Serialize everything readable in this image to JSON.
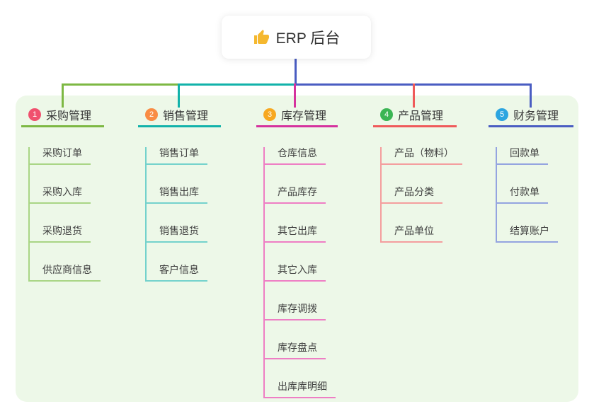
{
  "root": {
    "label": "ERP 后台",
    "icon": "thumbs-up-icon"
  },
  "colors": {
    "trunk_line": "#4a5dc2",
    "panel_background": "#edf8e8",
    "card_background": "#ffffff",
    "title_text": "#383838",
    "child_text": "#3f3f3f"
  },
  "branches": [
    {
      "badge": "1",
      "label": "采购管理",
      "color": "#7db843",
      "light_color": "#a9d585",
      "badge_color": "#f0506e",
      "children": [
        "采购订单",
        "采购入库",
        "采购退货",
        "供应商信息"
      ]
    },
    {
      "badge": "2",
      "label": "销售管理",
      "color": "#12b2aa",
      "light_color": "#74d2cc",
      "badge_color": "#f98c44",
      "children": [
        "销售订单",
        "销售出库",
        "销售退货",
        "客户信息"
      ]
    },
    {
      "badge": "3",
      "label": "库存管理",
      "color": "#d5329e",
      "light_color": "#ee7ec4",
      "badge_color": "#f7a820",
      "children": [
        "仓库信息",
        "产品库存",
        "其它出库",
        "其它入库",
        "库存调拨",
        "库存盘点",
        "出库库明细"
      ]
    },
    {
      "badge": "4",
      "label": "产品管理",
      "color": "#ef5a5a",
      "light_color": "#f49e9e",
      "badge_color": "#3bb554",
      "children": [
        "产品（物料）",
        "产品分类",
        "产品单位"
      ]
    },
    {
      "badge": "5",
      "label": "财务管理",
      "color": "#4a5dc2",
      "light_color": "#94a4e0",
      "badge_color": "#2ca5e0",
      "children": [
        "回款单",
        "付款单",
        "结算账户"
      ]
    }
  ]
}
